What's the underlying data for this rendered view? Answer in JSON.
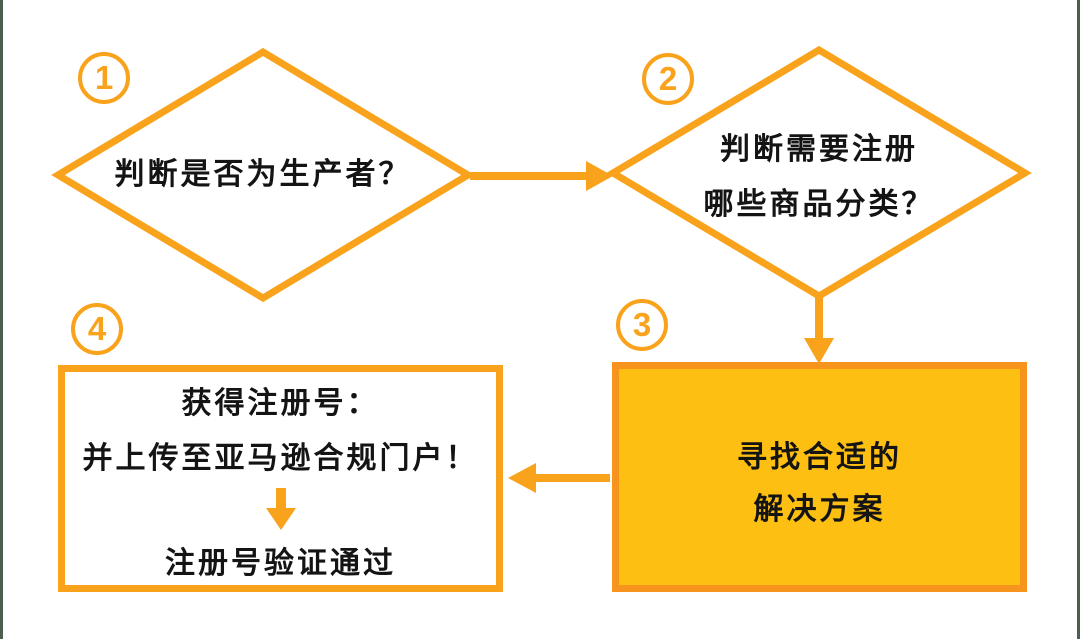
{
  "page": {
    "background": "#FFFFFF",
    "edge_strip_color": "#4A5F4E"
  },
  "colors": {
    "orange": "#F9A21B",
    "filled_box_fill": "#FDBF12",
    "filled_box_border": "#F6941E",
    "text": "#141414"
  },
  "steps": {
    "s1": {
      "badge": "1",
      "text": "判断是否为生产者？"
    },
    "s2": {
      "badge": "2",
      "line1": "判断需要注册",
      "line2": "哪些商品分类？"
    },
    "s3": {
      "badge": "3",
      "line1": "寻找合适的",
      "line2": "解决方案"
    },
    "s4": {
      "badge": "4",
      "line1": "获得注册号：",
      "line2": "并上传至亚马逊合规门户！",
      "line3": "注册号验证通过"
    }
  }
}
